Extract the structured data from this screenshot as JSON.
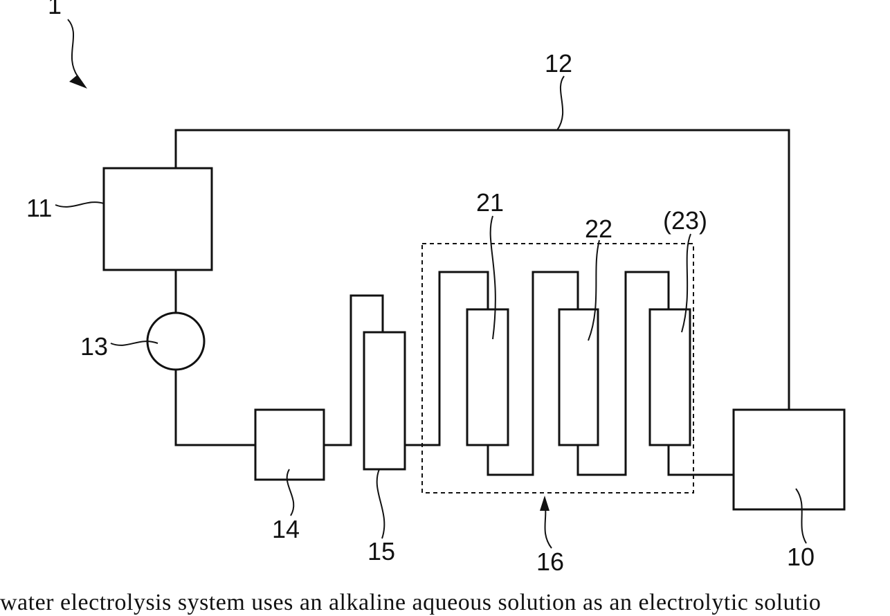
{
  "labels": {
    "system": "1",
    "pipe_top": "12",
    "unit_11": "11",
    "pump": "13",
    "unit_14": "14",
    "unit_15": "15",
    "group_16": "16",
    "tank_10": "10",
    "cell_21": "21",
    "cell_22": "22",
    "cell_23": "(23)"
  },
  "caption": "water electrolysis system uses an alkaline aqueous solution as an electrolytic solutio"
}
